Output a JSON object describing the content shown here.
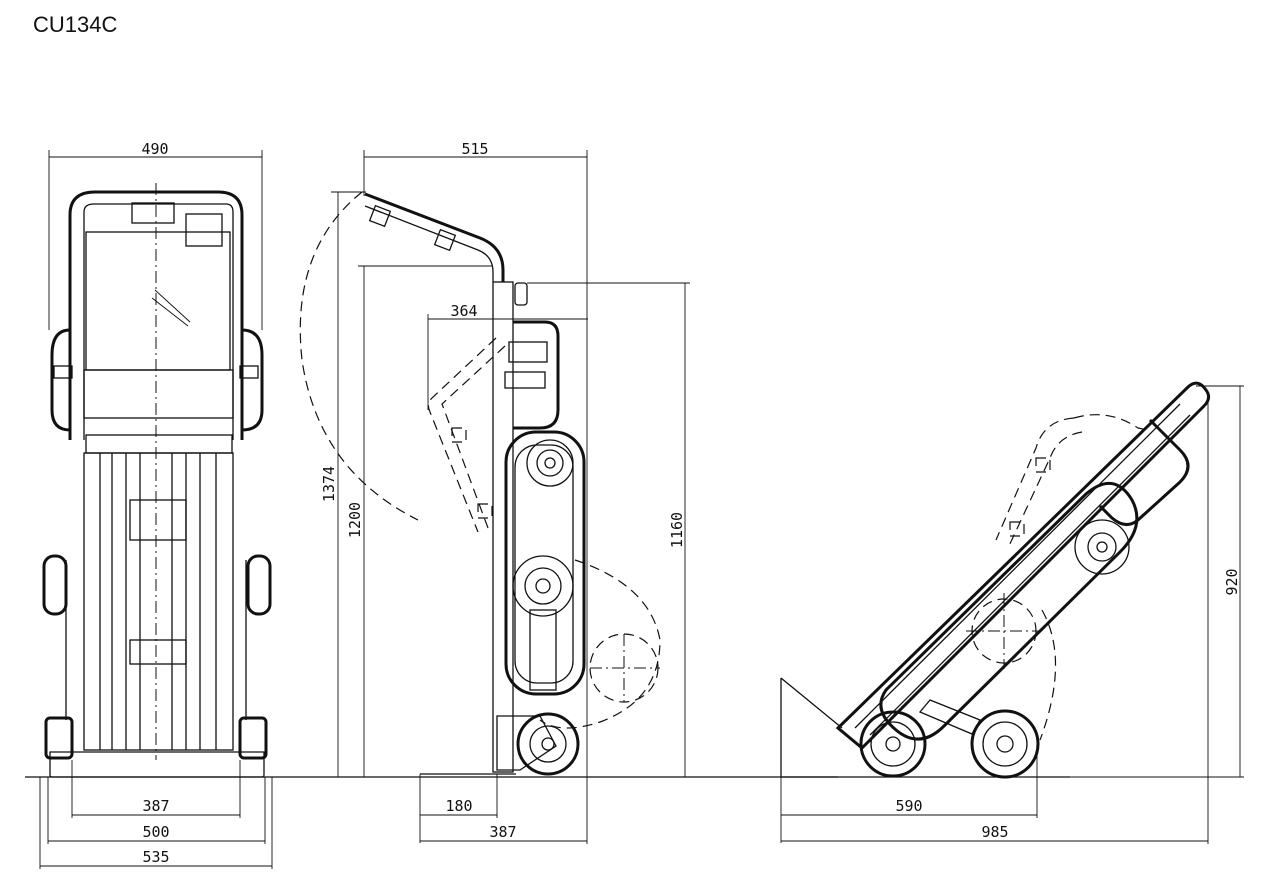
{
  "title": "CU134C",
  "front_view": {
    "dims": {
      "top_width": "490",
      "inner_base": "387",
      "base_width": "500",
      "overall_base": "535"
    }
  },
  "side_view": {
    "dims": {
      "top_width": "515",
      "handle_offset": "364",
      "total_height": "1374",
      "handle_height": "1200",
      "frame_height": "1160",
      "toe_plate": "180",
      "base_depth": "387"
    }
  },
  "tilted_view": {
    "dims": {
      "height": "920",
      "wheelbase": "590",
      "overall_length": "985"
    }
  },
  "colors": {
    "line": "#111111",
    "background": "#ffffff"
  }
}
